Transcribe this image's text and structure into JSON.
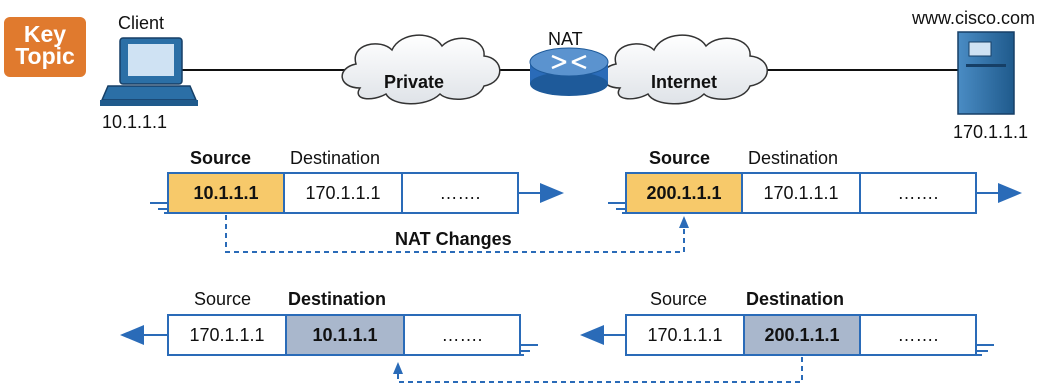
{
  "badge": {
    "line1": "Key",
    "line2": "Topic"
  },
  "client": {
    "label": "Client",
    "ip": "10.1.1.1"
  },
  "server": {
    "label": "www.cisco.com",
    "ip": "170.1.1.1"
  },
  "router": {
    "label": "NAT"
  },
  "clouds": {
    "private": "Private",
    "internet": "Internet"
  },
  "header": {
    "source": "Source",
    "destination": "Destination"
  },
  "packets": {
    "out_private": {
      "src": "10.1.1.1",
      "dst": "170.1.1.1",
      "data": "……."
    },
    "out_public": {
      "src": "200.1.1.1",
      "dst": "170.1.1.1",
      "data": "……."
    },
    "in_private": {
      "src": "170.1.1.1",
      "dst": "10.1.1.1",
      "data": "……."
    },
    "in_public": {
      "src": "170.1.1.1",
      "dst": "200.1.1.1",
      "data": "……."
    }
  },
  "nat_changes": "NAT Changes",
  "colors": {
    "highlight_source": "#f7c96a",
    "highlight_dest": "#a9b7cc",
    "line_blue": "#2a6bb8",
    "badge": "#e07a2e",
    "server": "#2b6fa6"
  }
}
